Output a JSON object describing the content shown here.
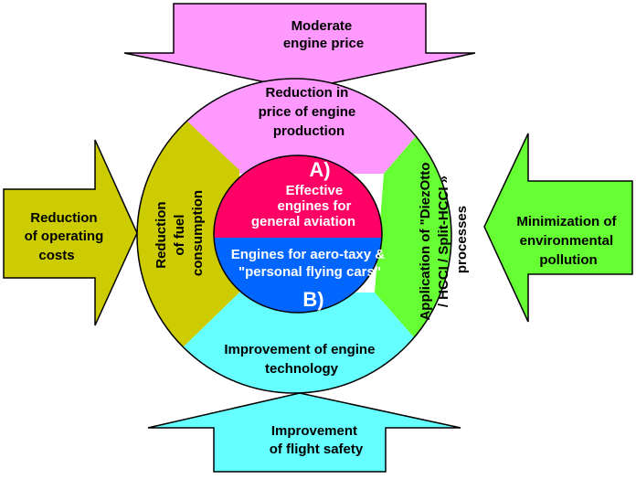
{
  "arrows": {
    "top": {
      "lines": [
        "Moderate",
        "engine price"
      ],
      "color": "#ff99ff"
    },
    "left": {
      "lines": [
        "Reduction",
        "of operating",
        "costs"
      ],
      "color": "#cccc00"
    },
    "right": {
      "lines": [
        "Minimization of",
        "environmental",
        "pollution"
      ],
      "color": "#66ff33"
    },
    "bottom": {
      "lines": [
        "Improvement",
        "of flight safety"
      ],
      "color": "#66ffff"
    }
  },
  "ring": {
    "top": {
      "lines": [
        "Reduction in",
        "price of engine",
        "production"
      ],
      "color": "#ff99ff"
    },
    "left": {
      "lines": [
        "Reduction",
        "of fuel",
        "consumption"
      ],
      "color": "#cccc00"
    },
    "right": {
      "lines": [
        "Application of \"DiezOtto",
        "/ HCCI / Split-HCCI »",
        "processes"
      ],
      "color": "#66ff33"
    },
    "bottom": {
      "lines": [
        "Improvement of engine",
        "technology"
      ],
      "color": "#66ffff"
    }
  },
  "center": {
    "upper": {
      "letter": "A)",
      "lines": [
        "Effective",
        "engines for",
        "general aviation"
      ],
      "color": "#ff0066"
    },
    "lower": {
      "letter": "B)",
      "lines": [
        "Engines for aero-taxy &",
        "\"personal flying cars\""
      ],
      "color": "#0066ff"
    }
  }
}
